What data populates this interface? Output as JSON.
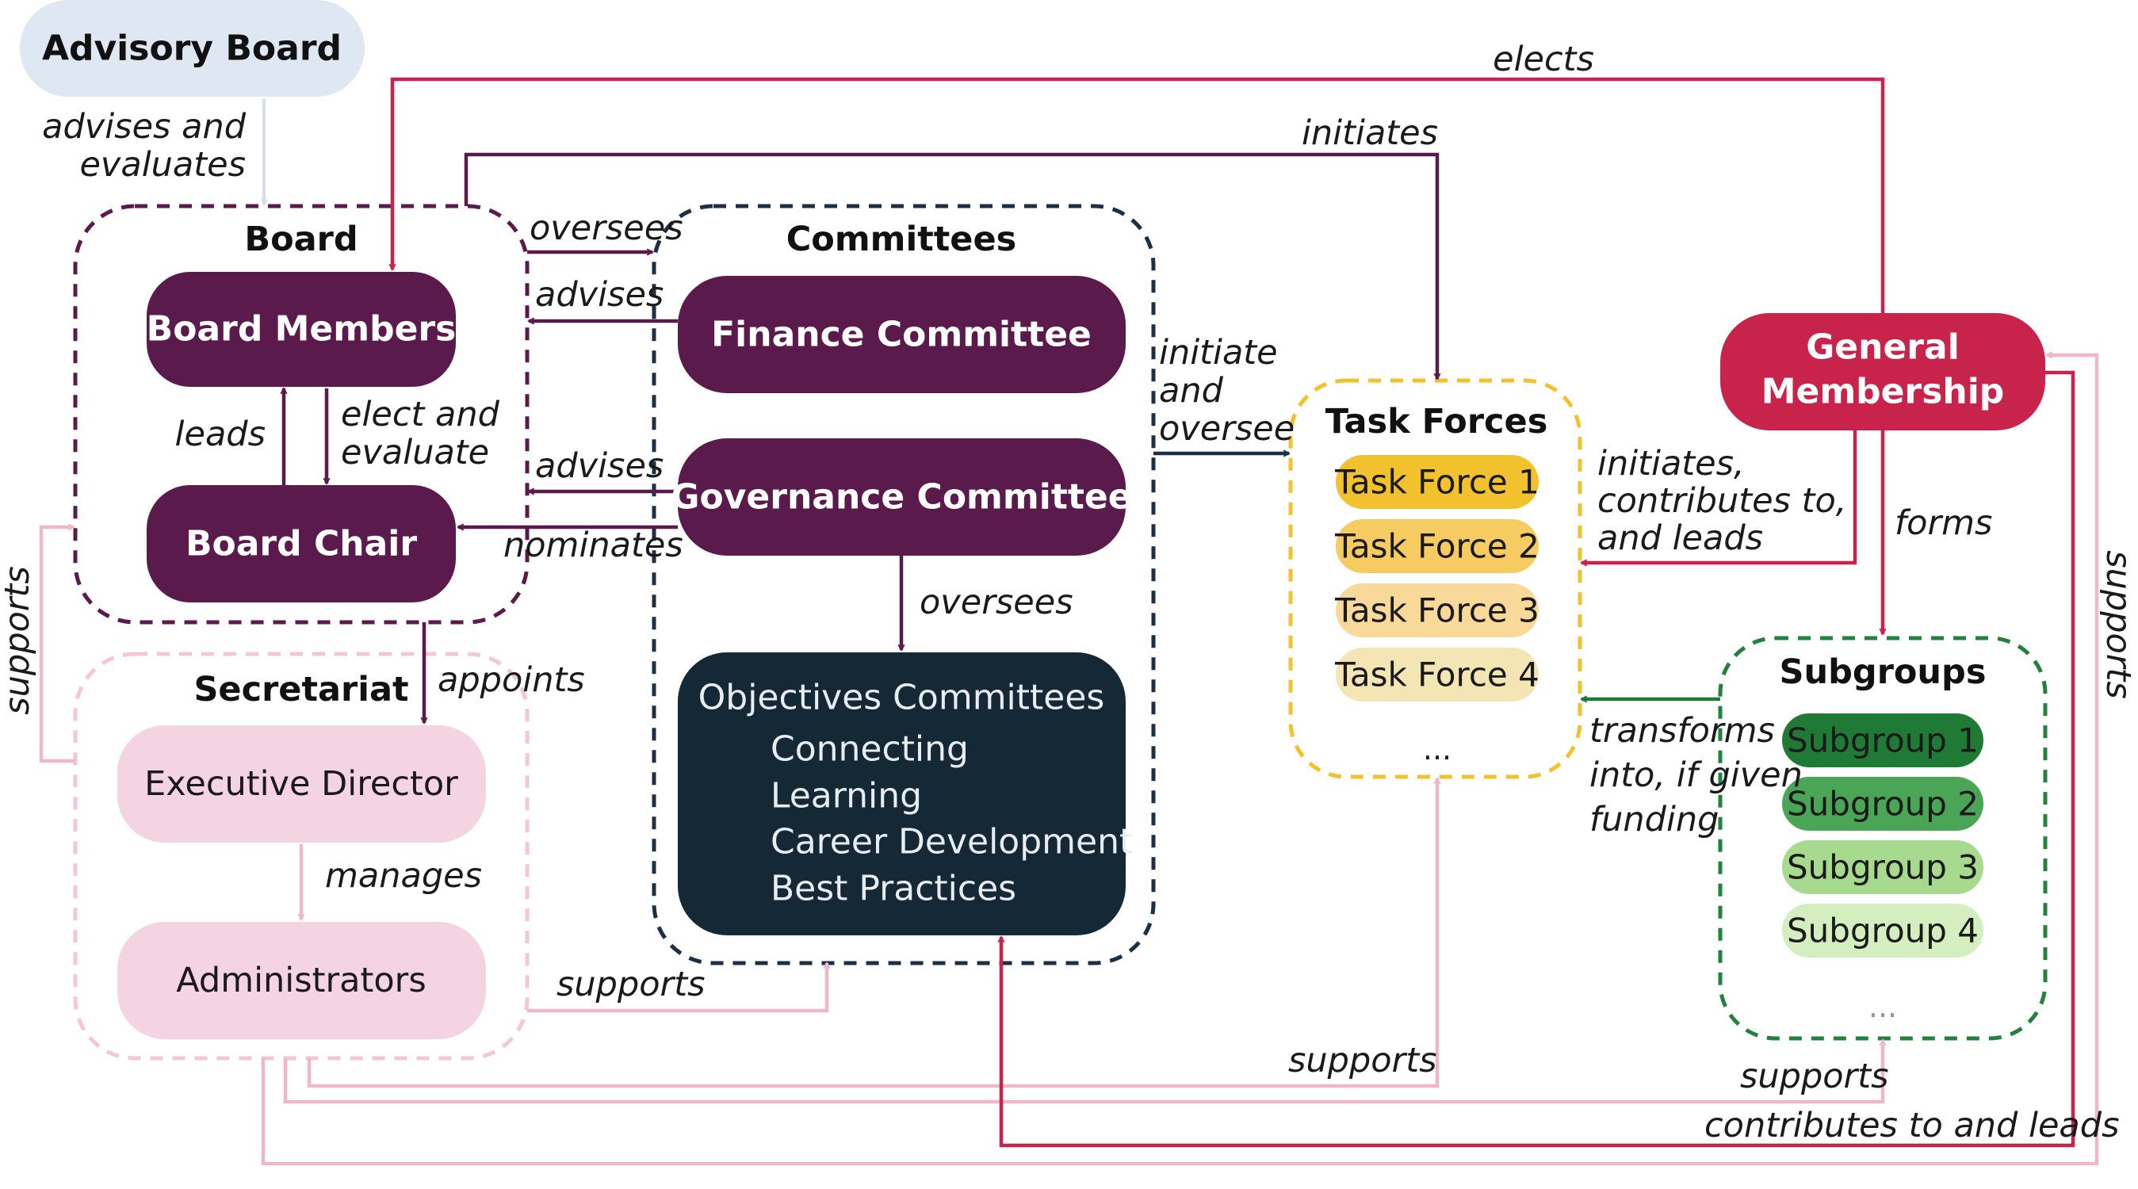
{
  "colors": {
    "board_purple": "#5b1a4c",
    "general_red": "#c8234b",
    "secretariat_pink": "#f4d4e0",
    "advisory_blue": "#dfe7f3",
    "objectives_navy": "#152836",
    "taskforce_yellow": "#f2c12e",
    "subgroup_green": "#23803e",
    "arrow_pink": "#efb7c8",
    "arrow_green": "#1e7a35"
  },
  "nodes": {
    "advisory_board": "Advisory Board",
    "board_members": "Board Members",
    "board_chair": "Board Chair",
    "finance_committee": "Finance Committee",
    "governance_committee": "Governance Committee",
    "executive_director": "Executive Director",
    "administrators": "Administrators",
    "general_membership": [
      "General",
      "Membership"
    ]
  },
  "groups": {
    "board": "Board",
    "committees": "Committees",
    "secretariat": "Secretariat",
    "task_forces": "Task Forces",
    "subgroups": "Subgroups"
  },
  "objectives": {
    "title": "Objectives Committees",
    "items": [
      "Connecting",
      "Learning",
      "Career Development",
      "Best Practices"
    ]
  },
  "task_forces": [
    "Task Force 1",
    "Task Force 2",
    "Task Force 3",
    "Task Force 4"
  ],
  "task_forces_more": "...",
  "subgroups": [
    "Subgroup 1",
    "Subgroup 2",
    "Subgroup 3",
    "Subgroup 4"
  ],
  "subgroups_more": "...",
  "edges": {
    "advises_and_evaluates": [
      "advises and",
      "evaluates"
    ],
    "elects": "elects",
    "initiates_top": "initiates",
    "oversees_top": "oversees",
    "advises_1": "advises",
    "advises_2": "advises",
    "nominates": "nominates",
    "leads": "leads",
    "elect_and_evaluate": [
      "elect and",
      "evaluate"
    ],
    "appoints": "appoints",
    "oversees_objectives": "oversees",
    "initiate_and_oversee": [
      "initiate",
      "and",
      "oversee"
    ],
    "initiates_contributes": [
      "initiates,",
      "contributes to,",
      "and leads"
    ],
    "forms": "forms",
    "transforms": [
      "transforms",
      "into, if given",
      "funding"
    ],
    "manages": "manages",
    "supports_committees": "supports",
    "supports_taskforces": "supports",
    "supports_subgroups": "supports",
    "contributes_to_and_leads": "contributes to and leads",
    "supports_left": "supports",
    "supports_right": "supports"
  }
}
